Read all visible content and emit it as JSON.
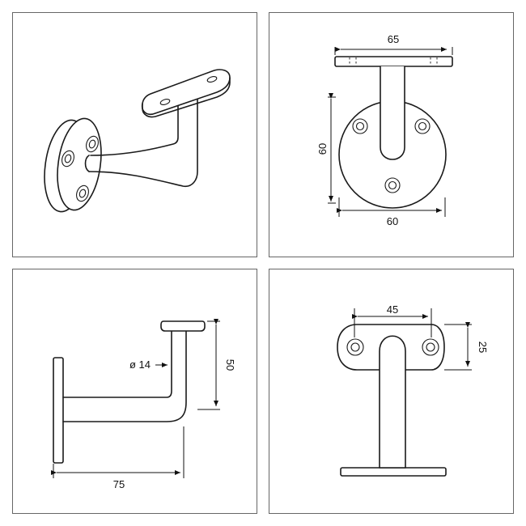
{
  "views": {
    "perspective": {},
    "top": {
      "dim_plate_width": "65",
      "dim_base_height": "60",
      "dim_base_width": "60"
    },
    "side": {
      "diameter_label": "ø 14",
      "dim_height": "50",
      "dim_projection": "75"
    },
    "front": {
      "dim_hole_spacing": "45",
      "dim_plate_height": "25"
    }
  }
}
